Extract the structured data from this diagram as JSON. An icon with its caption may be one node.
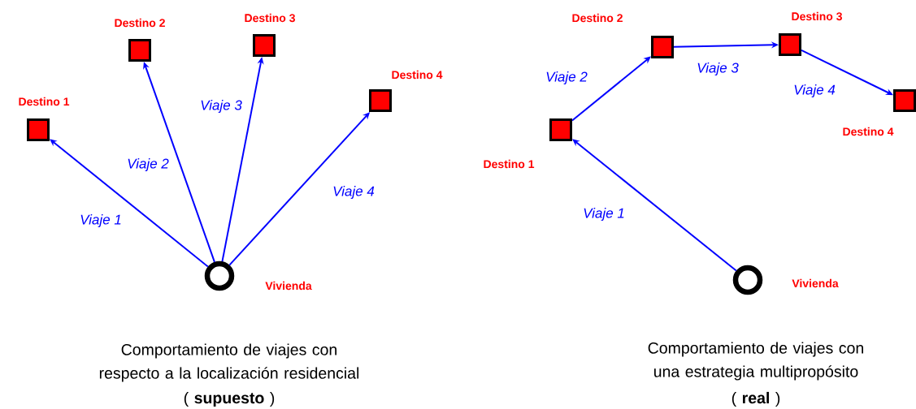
{
  "diagram": {
    "nodes": [
      {
        "text": [],
        "shape": "circle",
        "beside": [
          "Vivienda"
        ]
      },
      {
        "text": [],
        "shape": "box",
        "beside": [
          "Destino 1"
        ]
      },
      {
        "text": [],
        "shape": "box",
        "beside": [
          "Destino 2"
        ]
      },
      {
        "text": [],
        "shape": "box",
        "beside": [
          "Destino 3"
        ]
      },
      {
        "text": [],
        "shape": "box",
        "beside": [
          "Destino 4"
        ]
      },
      {
        "text": [],
        "shape": "circle",
        "beside": [
          "Vivienda"
        ]
      },
      {
        "text": [],
        "shape": "box",
        "beside": [
          "Destino 1"
        ]
      },
      {
        "text": [],
        "shape": "box",
        "beside": [
          "Destino 2"
        ]
      },
      {
        "text": [],
        "shape": "box",
        "beside": [
          "Destino 3"
        ]
      },
      {
        "text": [],
        "shape": "box",
        "beside": [
          "Destino 4"
        ]
      }
    ],
    "edges": [
      {
        "from": 0,
        "to": 1,
        "arrow": "to",
        "label": "Viaje 1"
      },
      {
        "from": 0,
        "to": 2,
        "arrow": "to",
        "label": "Viaje 2"
      },
      {
        "from": 0,
        "to": 3,
        "arrow": "to",
        "label": "Viaje 3"
      },
      {
        "from": 0,
        "to": 4,
        "arrow": "to",
        "label": "Viaje 4"
      },
      {
        "from": 5,
        "to": 6,
        "arrow": "to",
        "label": "Viaje 1"
      },
      {
        "from": 6,
        "to": 7,
        "arrow": "to",
        "label": "Viaje 2"
      },
      {
        "from": 7,
        "to": 8,
        "arrow": "to",
        "label": "Viaje 3"
      },
      {
        "from": 8,
        "to": 9,
        "arrow": "to",
        "label": "Viaje 4"
      }
    ],
    "labels": [
      "Comportamiento de viajes con respecto a la localización residencial",
      "( **supuesto** )",
      "Comportamiento de viajes con una estrategia multipropósito",
      "( **real** )"
    ]
  }
}
